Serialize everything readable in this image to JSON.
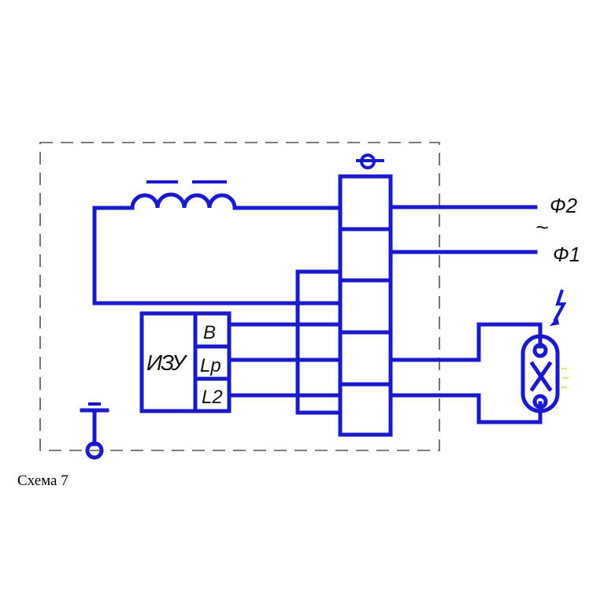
{
  "labels": {
    "phase2": "Ф2",
    "phase1": "Ф1",
    "ac": "~",
    "izu": "ИЗУ",
    "b": "B",
    "lp": "Lp",
    "l2": "L2"
  },
  "caption": "Схема 7",
  "colors": {
    "wire": "#1a1acc",
    "frame": "#555555"
  }
}
